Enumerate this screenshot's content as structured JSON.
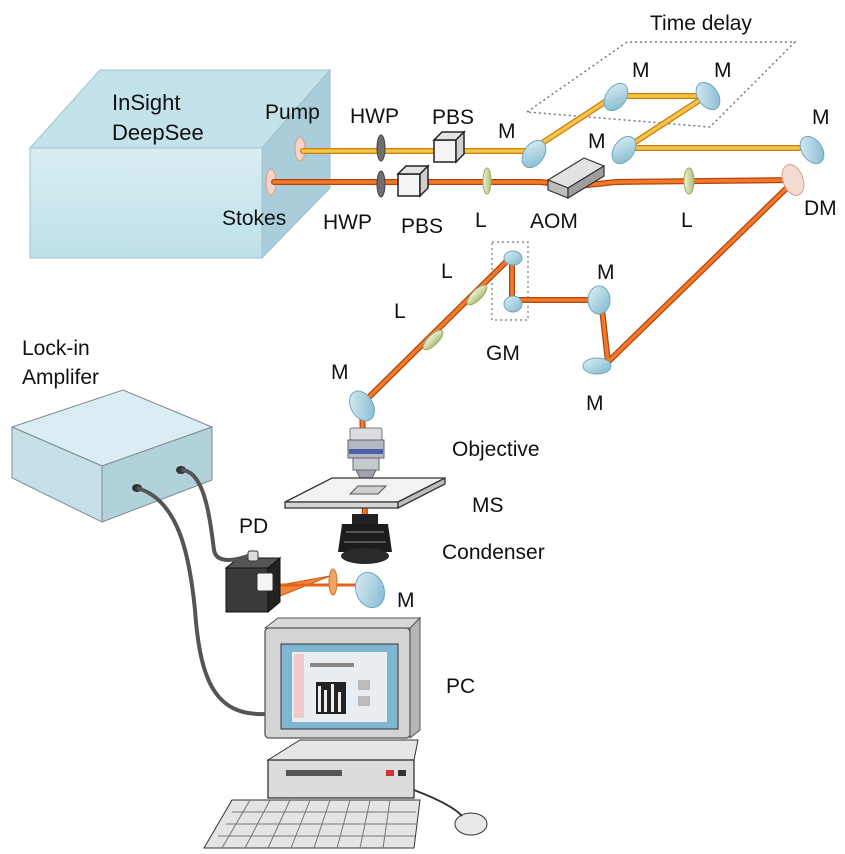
{
  "source": {
    "name_line1": "InSight",
    "name_line2": "DeepSee",
    "pump": "Pump",
    "stokes": "Stokes"
  },
  "time_delay": "Time delay",
  "labels": {
    "hwp": "HWP",
    "pbs": "PBS",
    "mirror": "M",
    "lens": "L",
    "aom": "AOM",
    "dm": "DM",
    "gm": "GM",
    "objective": "Objective",
    "ms": "MS",
    "condenser": "Condenser",
    "pd": "PD",
    "pc": "PC"
  },
  "lockin": {
    "line1": "Lock-in",
    "line2": "Amplifer"
  },
  "colors": {
    "pump_beam": "#f2b21f",
    "stokes_beam": "#ee6a1c",
    "box_face": "#d5ecf1",
    "box_top": "#b9dbe4",
    "mirror": "#a9d2e2",
    "lens": "#d6e2b0"
  }
}
